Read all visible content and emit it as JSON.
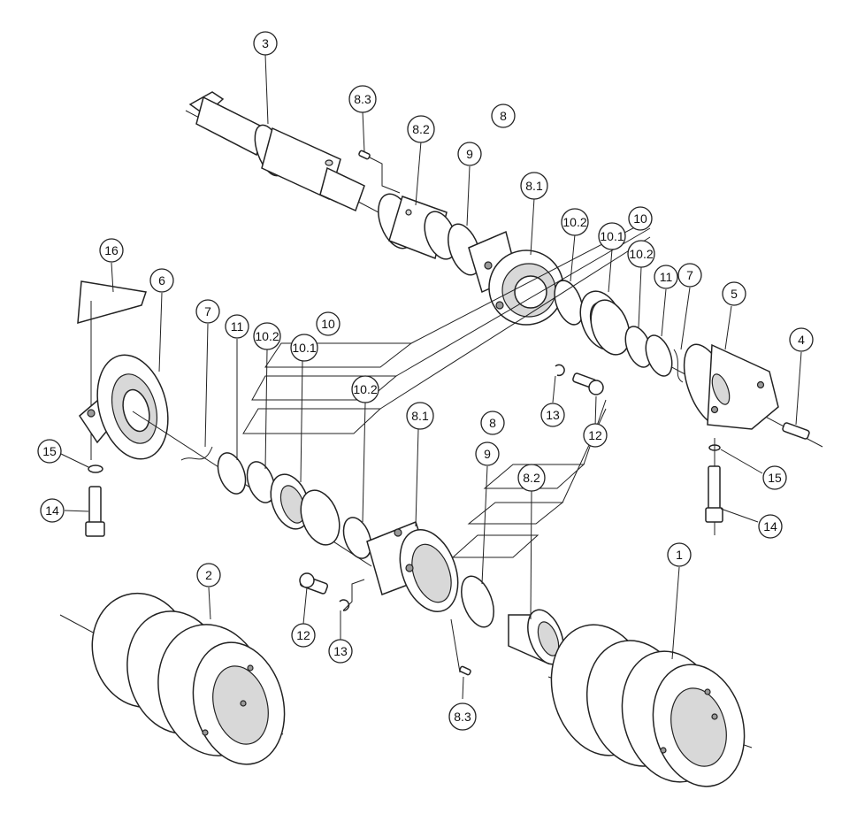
{
  "figure": {
    "callouts": {
      "c1": "1",
      "c2": "2",
      "c3": "3",
      "c4": "4",
      "c5": "5",
      "c6": "6",
      "c7a": "7",
      "c7b": "7",
      "c8a": "8",
      "c8b": "8",
      "c81a": "8.1",
      "c81b": "8.1",
      "c82a": "8.2",
      "c82b": "8.2",
      "c83a": "8.3",
      "c83b": "8.3",
      "c9a": "9",
      "c9b": "9",
      "c10a": "10",
      "c10b": "10",
      "c101a": "10.1",
      "c101b": "10.1",
      "c102a": "10.2",
      "c102b": "10.2",
      "c102c": "10.2",
      "c102d": "10.2",
      "c11a": "11",
      "c11b": "11",
      "c12a": "12",
      "c12b": "12",
      "c13a": "13",
      "c13b": "13",
      "c14a": "14",
      "c14b": "14",
      "c15a": "15",
      "c15b": "15",
      "c16": "16"
    }
  }
}
